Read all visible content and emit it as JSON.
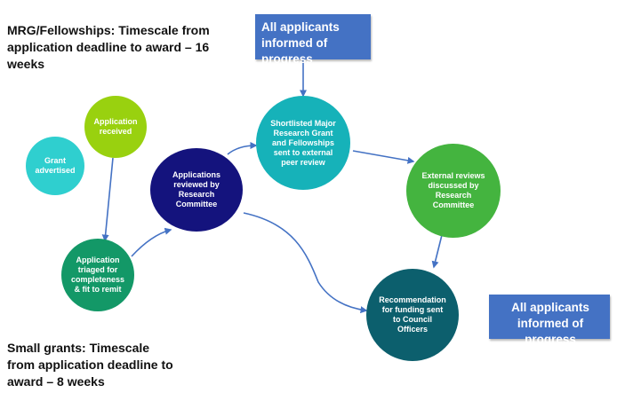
{
  "headings": {
    "mrg_timescale": "MRG/Fellowships: Timescale from\napplication deadline to award – 16\nweeks",
    "small_grants_timescale": "Small grants: Timescale\nfrom application deadline to\naward  – 8 weeks"
  },
  "notices": {
    "top": "All applicants\ninformed of progress",
    "bottom": "All applicants\ninformed of progress",
    "color": "#4472c4"
  },
  "nodes": {
    "grant_advertised": {
      "label": "Grant\nadvertised",
      "color": "#2fcfcf"
    },
    "application_received": {
      "label": "Application\nreceived",
      "color": "#99d10f"
    },
    "application_triaged": {
      "label": "Application\ntriaged for\ncompleteness\n& fit to remit",
      "color": "#139867"
    },
    "applications_reviewed": {
      "label": "Applications\nreviewed by\nResearch\nCommittee",
      "color": "#14137d"
    },
    "shortlisted_sent": {
      "label": "Shortlisted Major\nResearch Grant\nand Fellowships\nsent to external\npeer review",
      "color": "#16b2b9"
    },
    "external_reviews": {
      "label": "External reviews\ndiscussed by\nResearch\nCommittee",
      "color": "#44b43f"
    },
    "recommendation": {
      "label": "Recommendation\nfor funding sent\nto Council\nOfficers",
      "color": "#0c5f6d"
    }
  },
  "connector_color": "#4472c4"
}
